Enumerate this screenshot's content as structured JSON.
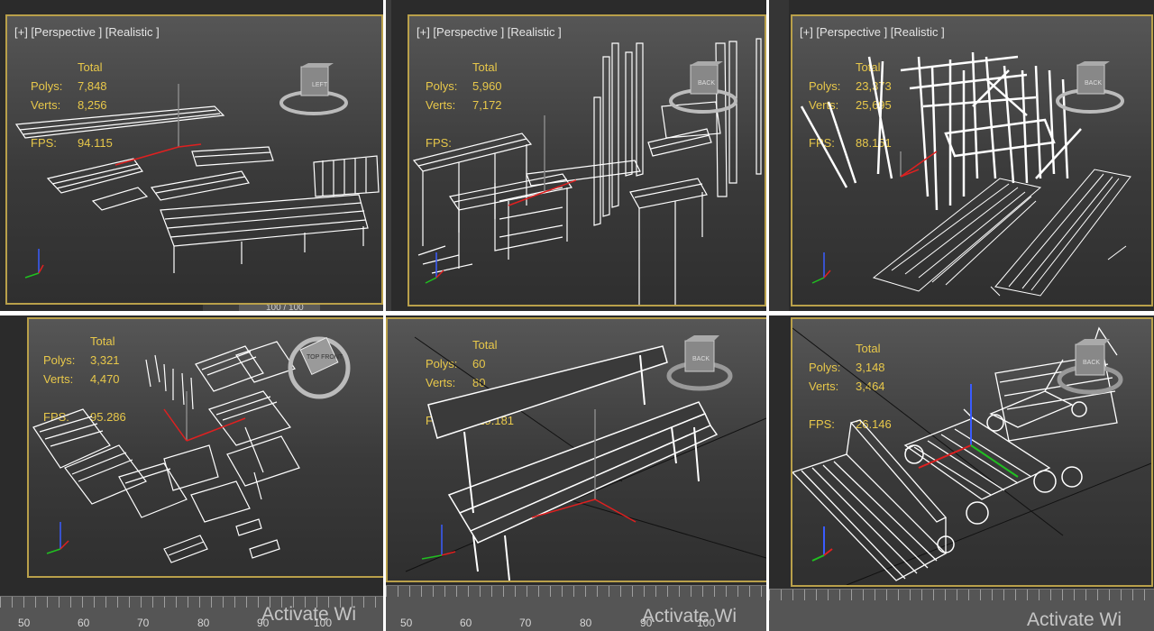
{
  "viewport_label": "[+] [Perspective ] [Realistic ]",
  "total_label": "Total",
  "polys_label": "Polys:",
  "verts_label": "Verts:",
  "fps_label": "FPS:",
  "viewports": [
    {
      "polys": "7,848",
      "verts": "8,256",
      "fps": "94.115",
      "cube_text": "LEFT",
      "show_label": true,
      "show_fps_value": true
    },
    {
      "polys": "5,960",
      "verts": "7,172",
      "fps": "",
      "cube_text": "BACK",
      "show_label": true,
      "show_fps_value": false
    },
    {
      "polys": "23,373",
      "verts": "25,695",
      "fps": "88.151",
      "cube_text": "BACK",
      "show_label": true,
      "show_fps_value": true
    },
    {
      "polys": "3,321",
      "verts": "4,470",
      "fps": "95.286",
      "cube_text": "TOP FRONT",
      "show_label": false,
      "show_fps_value": true
    },
    {
      "polys": "60",
      "verts": "80",
      "fps": "119.181",
      "cube_text": "BACK",
      "show_label": false,
      "show_fps_value": true
    },
    {
      "polys": "3,148",
      "verts": "3,464",
      "fps": "26.146",
      "cube_text": "BACK",
      "show_label": false,
      "show_fps_value": true
    }
  ],
  "timeline_numbers": [
    "50",
    "60",
    "70",
    "80",
    "90",
    "100"
  ],
  "time_slider": "100 / 100",
  "activate_watermark": "Activate Wi",
  "colors": {
    "viewport_border": "#b9a04a",
    "stats": "#e8c84a",
    "wire": "#ffffff",
    "axis_x": "#e02020",
    "axis_y": "#20c020",
    "axis_z": "#3a5cff"
  }
}
